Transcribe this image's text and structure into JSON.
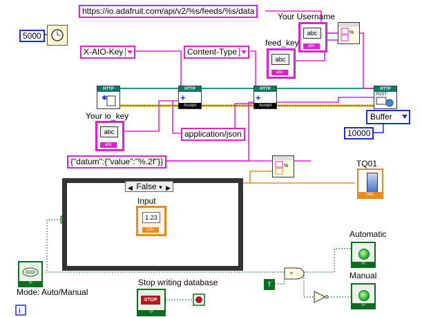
{
  "strings": {
    "url_format": "https://io.adafruit.com/api/v2/%s/feeds/%s/data",
    "aio_key_header": "X-AIO-Key",
    "content_type_header": "Content-Type",
    "content_type_value": "application/json",
    "json_format": "{\"datum\":{\"value\":\"%.2f\"}}"
  },
  "labels": {
    "your_username": "Your Username",
    "feed_key": "feed_key",
    "your_io_key": "Your io_key",
    "input": "Input",
    "tq01": "TQ01",
    "automatic": "Automatic",
    "manual": "Manual",
    "mode": "Mode: Auto/Manual",
    "stop_writing": "Stop writing database"
  },
  "numbers": {
    "wait_ms": "5000",
    "timeout": "10000"
  },
  "controls": {
    "buffer_selected": "Buffer",
    "case_selected": "False",
    "true_const": "T",
    "question_mark": "?"
  },
  "icons": [
    "wait-timer-icon",
    "http-open-handle-icon",
    "http-add-header-icon",
    "http-post-icon",
    "format-into-string-icon",
    "tank-indicator-icon",
    "and-gate-icon",
    "not-gate-icon",
    "stop-button-icon",
    "info-icon"
  ],
  "colors": {
    "string_wire": "#e21fd0",
    "numeric_wire": "#1a2ccf",
    "dbl_wire": "#e88a1c",
    "bool_wire": "#0b6d1f",
    "cluster_wire": "#1a9b8a"
  }
}
